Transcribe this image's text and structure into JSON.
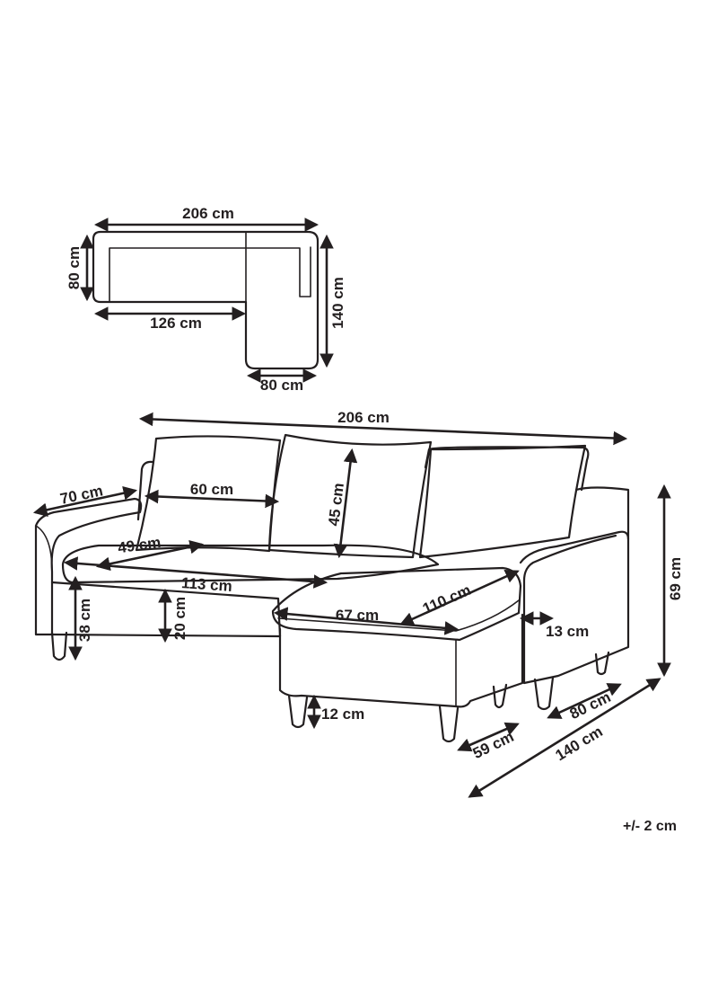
{
  "top_view": {
    "width_label": "206 cm",
    "depth_label": "80 cm",
    "seat_length_label": "126 cm",
    "chaise_length_label": "140 cm",
    "chaise_width_label": "80 cm"
  },
  "front_view": {
    "total_width_label": "206 cm",
    "arm_depth_label": "70 cm",
    "cushion_width_label": "60 cm",
    "cushion_height_label": "45 cm",
    "seat_depth_label": "49 cm",
    "seat_width_label": "113 cm",
    "chaise_seat_length_label": "110 cm",
    "chaise_seat_width_label": "67 cm",
    "seat_height_label": "38 cm",
    "seat_cushion_height_label": "20 cm",
    "arm_width_label": "13 cm",
    "total_height_label": "69 cm",
    "leg_height_label": "12 cm",
    "chaise_front_width_label": "59 cm",
    "chaise_depth_label": "80 cm",
    "chaise_total_length_label": "140 cm"
  },
  "tolerance_note": "+/- 2 cm"
}
